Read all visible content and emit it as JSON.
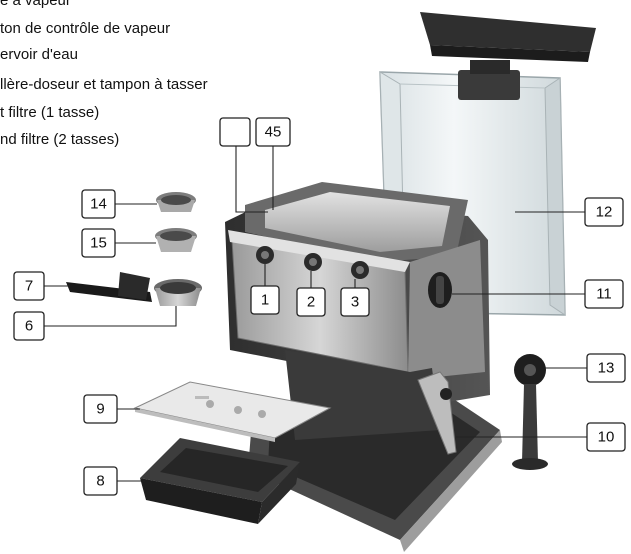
{
  "legend": [
    "e à vapeur",
    "ton de contrôle de vapeur",
    "ervoir d'eau",
    "llère-doseur et tampon à tasser",
    "t filtre (1 tasse)",
    "nd filtre (2 tasses)"
  ],
  "callouts": {
    "c1": "1",
    "c2": "2",
    "c3": "3",
    "c6": "6",
    "c7": "7",
    "c8": "8",
    "c9": "9",
    "c10": "10",
    "c11": "11",
    "c12": "12",
    "c13": "13",
    "c14": "14",
    "c15": "15",
    "c45": "45",
    "cblank": ""
  },
  "colors": {
    "machine_dark": "#3c3c3c",
    "machine_steel": "#b4b4b4",
    "tank_glass": "#e8eef0"
  }
}
